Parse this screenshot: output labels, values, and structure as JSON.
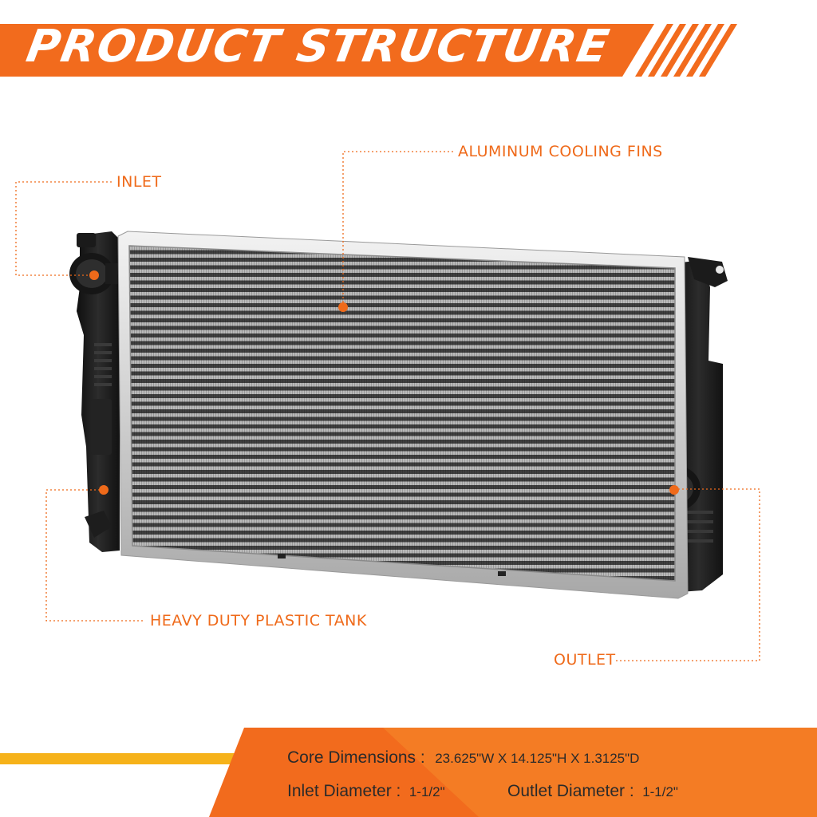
{
  "banner": {
    "title": "PRODUCT STRUCTURE",
    "color": "#f26b1d"
  },
  "callouts": {
    "inlet": "INLET",
    "fins": "ALUMINUM COOLING FINS",
    "tank": "HEAVY DUTY PLASTIC TANK",
    "outlet": "OUTLET"
  },
  "specs": {
    "core_label": "Core Dimensions :",
    "core_value": "23.625\"W X 14.125\"H X 1.3125\"D",
    "inlet_label": "Inlet Diameter :",
    "inlet_value": "1-1/2\"",
    "outlet_label": "Outlet Diameter :",
    "outlet_value": "1-1/2\""
  },
  "colors": {
    "accent": "#f26b1d",
    "stripe": "#f6b21a",
    "tank": "#1b1b1b",
    "core": "#5f5f5f"
  }
}
